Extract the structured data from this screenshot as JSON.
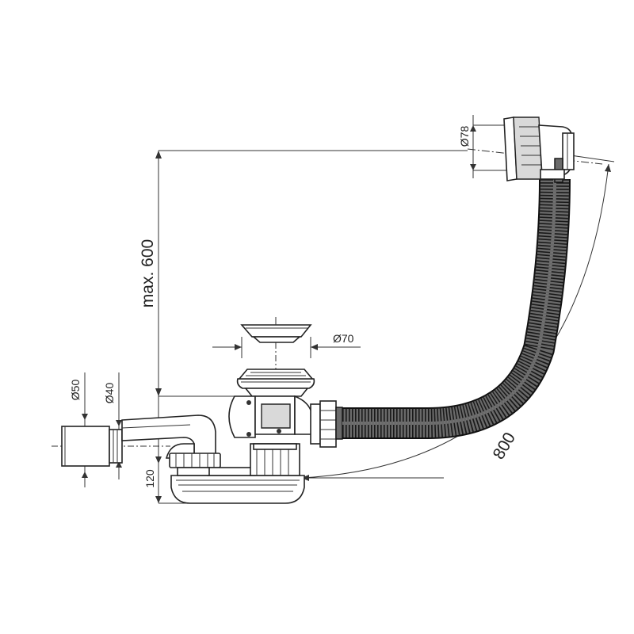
{
  "dimensions": {
    "height_max": "max. 600",
    "length": "800",
    "trap_height": "120",
    "outlet_outer_diameter": "Ø50",
    "outlet_inner_diameter": "Ø40",
    "waste_plug_diameter": "Ø70",
    "overflow_diameter": "Ø78"
  }
}
